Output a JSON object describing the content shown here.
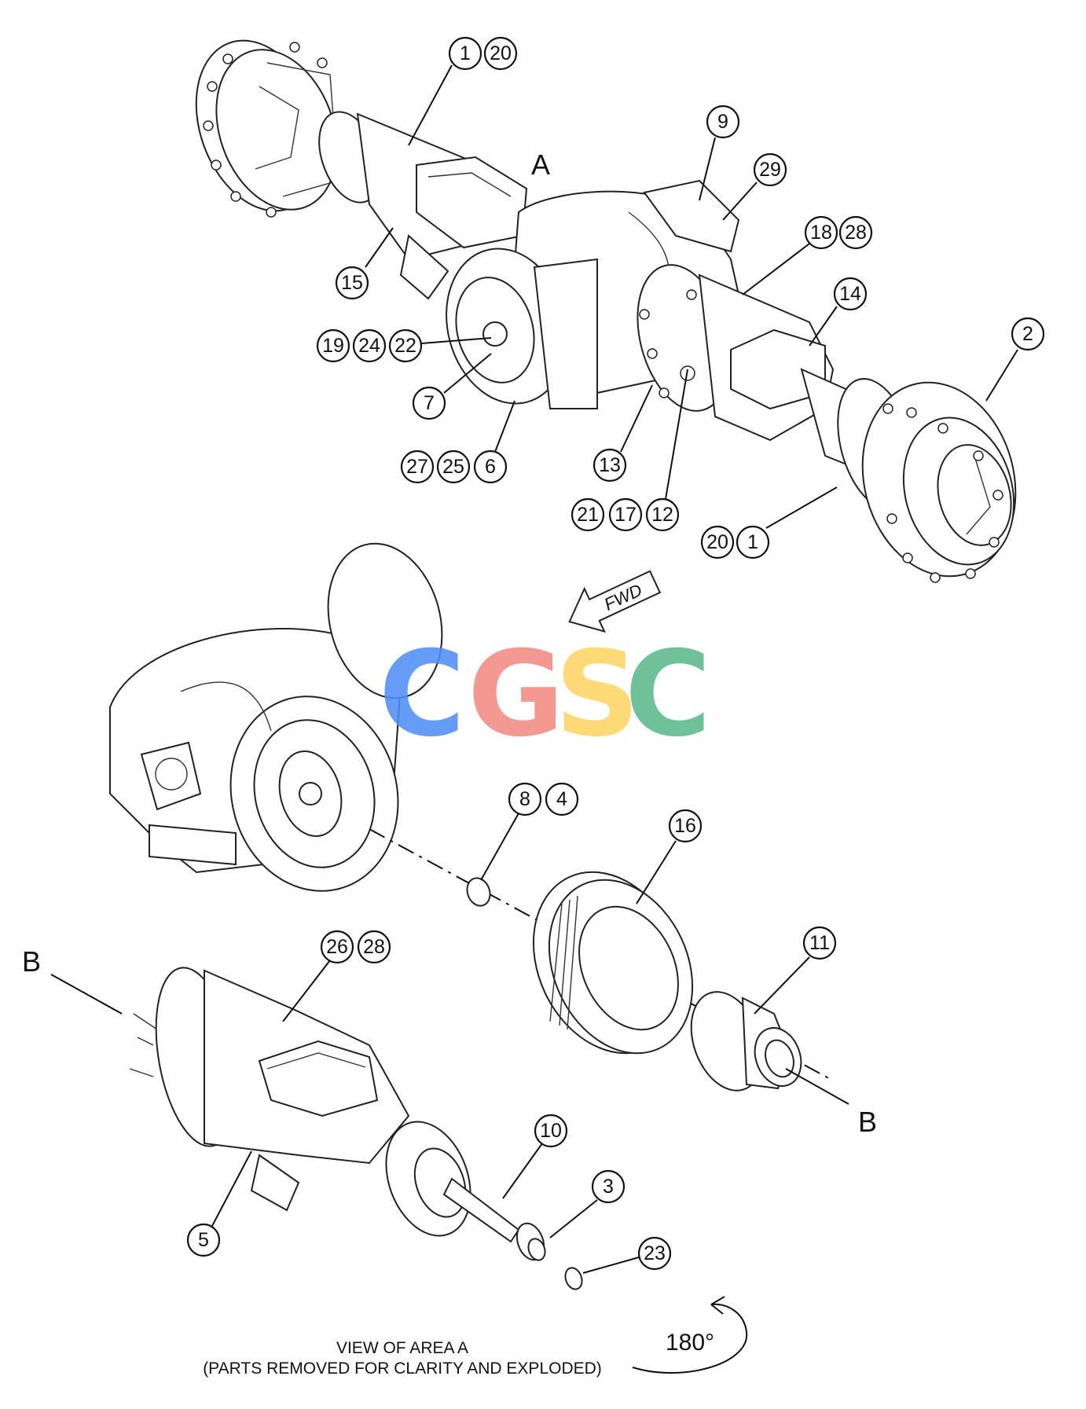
{
  "diagram": {
    "view_letters": {
      "area": "A",
      "section_left": "B",
      "section_right": "B"
    },
    "fwd_arrow_label": "FWD",
    "rotation_label": "180°",
    "caption": {
      "line1": "VIEW OF AREA A",
      "line2": "(PARTS REMOVED FOR CLARITY AND EXPLODED)"
    },
    "watermark": {
      "letters": [
        "C",
        "G",
        "S",
        "C"
      ],
      "colors": [
        "#4f8ff7",
        "#f28b82",
        "#fdd663",
        "#5bb98c"
      ]
    }
  },
  "callouts": [
    {
      "id": "c1a",
      "labels": [
        "1",
        "20"
      ]
    },
    {
      "id": "c9",
      "labels": [
        "9"
      ]
    },
    {
      "id": "c29",
      "labels": [
        "29"
      ]
    },
    {
      "id": "c18",
      "labels": [
        "18",
        "28"
      ]
    },
    {
      "id": "c15",
      "labels": [
        "15"
      ]
    },
    {
      "id": "c14",
      "labels": [
        "14"
      ]
    },
    {
      "id": "c2",
      "labels": [
        "2"
      ]
    },
    {
      "id": "c19",
      "labels": [
        "19",
        "24",
        "22"
      ]
    },
    {
      "id": "c7",
      "labels": [
        "7"
      ]
    },
    {
      "id": "c27",
      "labels": [
        "27",
        "25",
        "6"
      ]
    },
    {
      "id": "c13",
      "labels": [
        "13"
      ]
    },
    {
      "id": "c21",
      "labels": [
        "21",
        "17",
        "12"
      ]
    },
    {
      "id": "c20b",
      "labels": [
        "20",
        "1"
      ]
    },
    {
      "id": "c8",
      "labels": [
        "8",
        "4"
      ]
    },
    {
      "id": "c16",
      "labels": [
        "16"
      ]
    },
    {
      "id": "c26",
      "labels": [
        "26",
        "28"
      ]
    },
    {
      "id": "c11",
      "labels": [
        "11"
      ]
    },
    {
      "id": "c10",
      "labels": [
        "10"
      ]
    },
    {
      "id": "c3",
      "labels": [
        "3"
      ]
    },
    {
      "id": "c23",
      "labels": [
        "23"
      ]
    },
    {
      "id": "c5",
      "labels": [
        "5"
      ]
    }
  ]
}
